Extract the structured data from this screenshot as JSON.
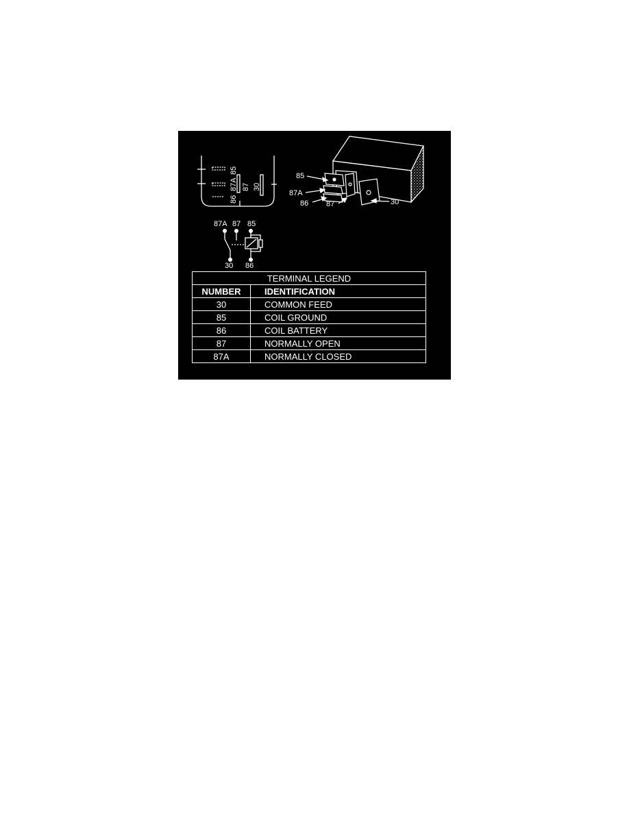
{
  "relay_diagram": {
    "colors": {
      "background": "#000000",
      "ink": "#ffffff"
    },
    "top_view_labels": [
      "85",
      "87A",
      "87",
      "30",
      "86"
    ],
    "schematic_labels": [
      "87A",
      "87",
      "85",
      "30",
      "86"
    ],
    "relay_3d_labels": [
      "85",
      "87A",
      "86",
      "87",
      "30"
    ]
  },
  "legend": {
    "title": "TERMINAL LEGEND",
    "col_number": "NUMBER",
    "col_identification": "IDENTIFICATION",
    "rows": [
      {
        "number": "30",
        "identification": "COMMON FEED"
      },
      {
        "number": "85",
        "identification": "COIL GROUND"
      },
      {
        "number": "86",
        "identification": "COIL BATTERY"
      },
      {
        "number": "87",
        "identification": "NORMALLY OPEN"
      },
      {
        "number": "87A",
        "identification": "NORMALLY CLOSED"
      }
    ]
  }
}
